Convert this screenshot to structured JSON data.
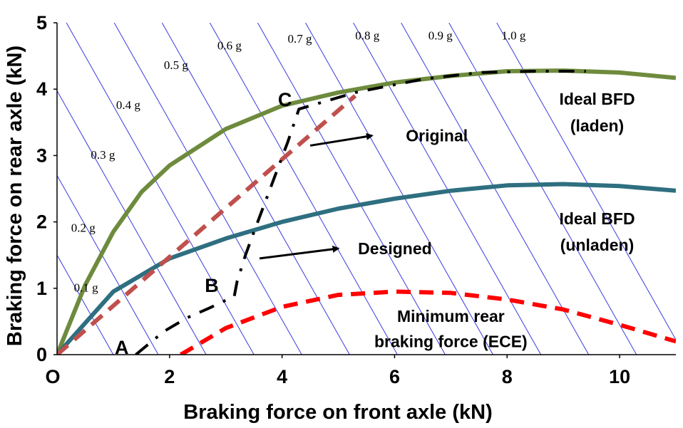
{
  "chart_data": {
    "type": "line",
    "title": "",
    "xlabel": "Braking force on front axle (kN)",
    "ylabel": "Braking force on rear axle (kN)",
    "xlim": [
      0,
      11
    ],
    "ylim": [
      0,
      5
    ],
    "x_ticks": [
      {
        "value": 2,
        "label": "2"
      },
      {
        "value": 4,
        "label": "4"
      },
      {
        "value": 6,
        "label": "6"
      },
      {
        "value": 8,
        "label": "8"
      },
      {
        "value": 10,
        "label": "10"
      }
    ],
    "y_ticks": [
      {
        "value": 0,
        "label": "0"
      },
      {
        "value": 1,
        "label": "1"
      },
      {
        "value": 2,
        "label": "2"
      },
      {
        "value": 3,
        "label": "3"
      },
      {
        "value": 4,
        "label": "4"
      },
      {
        "value": 5,
        "label": "5"
      }
    ],
    "origin_label": "O",
    "grid": false,
    "iso_deceleration_lines": {
      "color": "#3a3ae0",
      "slope": -1.5,
      "front_intercepts": [
        1.0,
        1.8,
        2.65,
        3.5,
        4.35,
        5.2,
        6.05,
        6.9,
        7.75,
        8.6,
        9.45,
        10.3,
        11.15
      ],
      "labels": [
        {
          "text": "0.1 g",
          "x": 0.3,
          "y": 0.95
        },
        {
          "text": "0.2 g",
          "x": 0.25,
          "y": 1.85
        },
        {
          "text": "0.3 g",
          "x": 0.6,
          "y": 2.95
        },
        {
          "text": "0.4 g",
          "x": 1.05,
          "y": 3.7
        },
        {
          "text": "0.5 g",
          "x": 1.9,
          "y": 4.3
        },
        {
          "text": "0.6 g",
          "x": 2.85,
          "y": 4.6
        },
        {
          "text": "0.7 g",
          "x": 4.1,
          "y": 4.7
        },
        {
          "text": "0.8 g",
          "x": 5.3,
          "y": 4.75
        },
        {
          "text": "0.9 g",
          "x": 6.6,
          "y": 4.75
        },
        {
          "text": "1.0 g",
          "x": 7.9,
          "y": 4.75
        }
      ]
    },
    "series": [
      {
        "name": "Ideal BFD (laden)",
        "color": "#6e8b3d",
        "style": "solid",
        "points": [
          [
            0,
            0
          ],
          [
            0.5,
            1.05
          ],
          [
            1,
            1.85
          ],
          [
            1.5,
            2.45
          ],
          [
            2,
            2.85
          ],
          [
            3,
            3.4
          ],
          [
            4,
            3.75
          ],
          [
            5,
            3.95
          ],
          [
            6,
            4.1
          ],
          [
            7,
            4.2
          ],
          [
            8,
            4.27
          ],
          [
            9,
            4.28
          ],
          [
            10,
            4.25
          ],
          [
            11,
            4.17
          ]
        ]
      },
      {
        "name": "Ideal BFD (unladen)",
        "color": "#2e6f80",
        "style": "solid",
        "points": [
          [
            0,
            0
          ],
          [
            1,
            0.95
          ],
          [
            2,
            1.45
          ],
          [
            3,
            1.75
          ],
          [
            4,
            2.0
          ],
          [
            5,
            2.2
          ],
          [
            6,
            2.35
          ],
          [
            7,
            2.47
          ],
          [
            8,
            2.55
          ],
          [
            9,
            2.57
          ],
          [
            10,
            2.54
          ],
          [
            11,
            2.47
          ]
        ]
      },
      {
        "name": "Original",
        "color": "#c0504d",
        "style": "dashed",
        "points": [
          [
            0,
            0
          ],
          [
            5.3,
            3.9
          ]
        ]
      },
      {
        "name": "Minimum rear braking force (ECE)",
        "color": "#ff0000",
        "style": "dashed",
        "points": [
          [
            2.2,
            0
          ],
          [
            3,
            0.4
          ],
          [
            4,
            0.72
          ],
          [
            5,
            0.9
          ],
          [
            6,
            0.95
          ],
          [
            7,
            0.93
          ],
          [
            8,
            0.83
          ],
          [
            9,
            0.68
          ],
          [
            10,
            0.45
          ],
          [
            11,
            0.2
          ]
        ]
      },
      {
        "name": "Designed",
        "color": "#000000",
        "style": "dash-dot",
        "points": [
          [
            1.4,
            0
          ],
          [
            1.9,
            0.35
          ],
          [
            2.3,
            0.55
          ],
          [
            2.7,
            0.7
          ],
          [
            3.15,
            0.88
          ],
          [
            3.2,
            1.1
          ],
          [
            3.35,
            1.5
          ],
          [
            3.5,
            1.85
          ],
          [
            3.7,
            2.3
          ],
          [
            3.9,
            2.75
          ],
          [
            4.1,
            3.2
          ],
          [
            4.3,
            3.7
          ],
          [
            5.3,
            3.95
          ],
          [
            6.5,
            4.15
          ],
          [
            7.5,
            4.25
          ],
          [
            8.5,
            4.27
          ],
          [
            9.4,
            4.27
          ]
        ]
      }
    ],
    "annotations": [
      {
        "text": "Original",
        "x": 6.2,
        "y": 3.3,
        "arrow_from": [
          4.5,
          3.15
        ],
        "arrow_to": [
          5.6,
          3.3
        ]
      },
      {
        "text": "Designed",
        "x": 5.35,
        "y": 1.6,
        "arrow_from": [
          3.6,
          1.45
        ],
        "arrow_to": [
          5.0,
          1.6
        ]
      },
      {
        "text": "Ideal BFD",
        "x": 9.6,
        "y": 3.85
      },
      {
        "text": "(laden)",
        "x": 9.6,
        "y": 3.45
      },
      {
        "text": "Ideal BFD",
        "x": 9.6,
        "y": 2.05
      },
      {
        "text": "(unladen)",
        "x": 9.6,
        "y": 1.65
      },
      {
        "text": "Minimum rear",
        "x": 7.0,
        "y": 0.58
      },
      {
        "text": "braking force (ECE)",
        "x": 7.0,
        "y": 0.2
      }
    ],
    "point_labels": [
      {
        "text": "A",
        "x": 1.15,
        "y": 0.12
      },
      {
        "text": "B",
        "x": 2.75,
        "y": 1.05
      },
      {
        "text": "C",
        "x": 4.05,
        "y": 3.85
      }
    ]
  }
}
